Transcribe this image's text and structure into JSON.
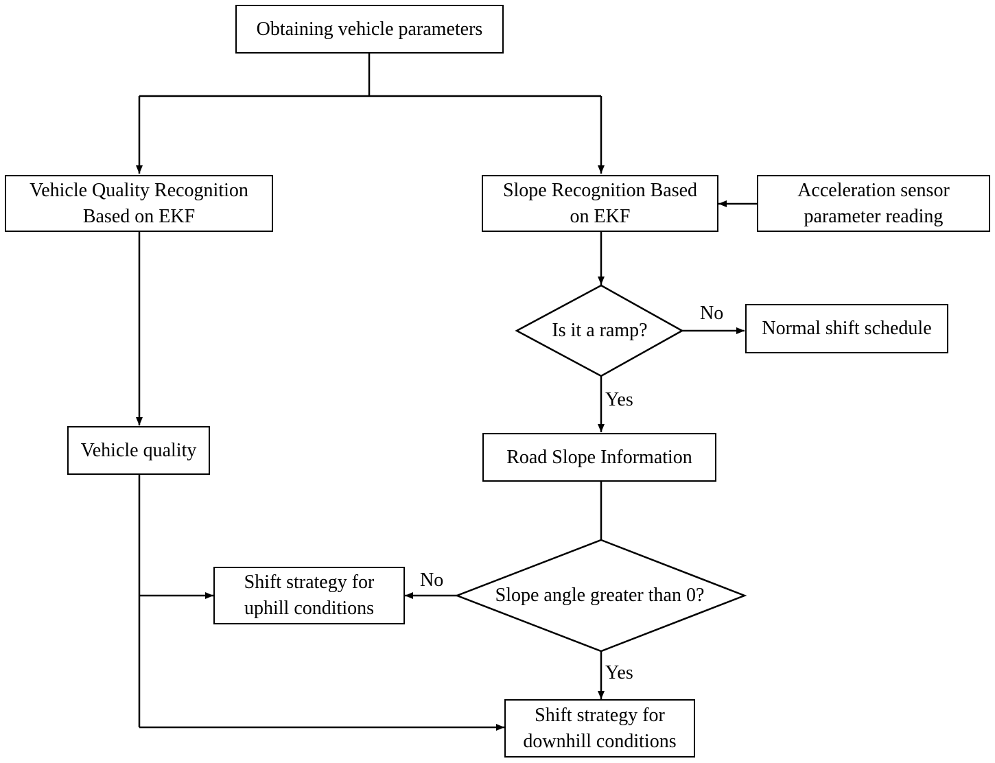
{
  "nodes": {
    "obtain": {
      "lines": [
        "Obtaining vehicle parameters"
      ]
    },
    "vq_recog": {
      "lines": [
        "Vehicle Quality Recognition",
        "Based on EKF"
      ]
    },
    "slope_recog": {
      "lines": [
        "Slope Recognition Based",
        "on EKF"
      ]
    },
    "accel": {
      "lines": [
        "Acceleration sensor",
        "parameter reading"
      ]
    },
    "ramp": {
      "text": "Is it a ramp?"
    },
    "normal": {
      "lines": [
        "Normal shift schedule"
      ]
    },
    "vq": {
      "lines": [
        "Vehicle quality"
      ]
    },
    "road_slope": {
      "lines": [
        "Road Slope Information"
      ]
    },
    "slope_angle": {
      "text": "Slope angle greater than 0?"
    },
    "uphill": {
      "lines": [
        "Shift strategy for",
        "uphill conditions"
      ]
    },
    "downhill": {
      "lines": [
        "Shift strategy for",
        "downhill conditions"
      ]
    }
  },
  "edge_labels": {
    "ramp_no": "No",
    "ramp_yes": "Yes",
    "slope_no": "No",
    "slope_yes": "Yes"
  }
}
